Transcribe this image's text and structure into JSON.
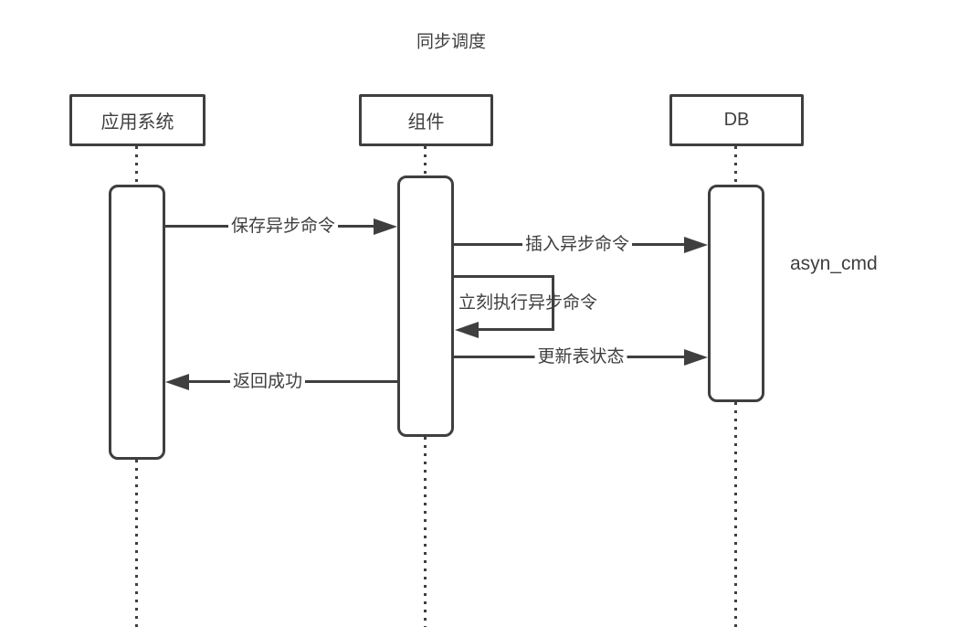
{
  "diagram": {
    "title": "同步调度",
    "participants": [
      {
        "label": "应用系统"
      },
      {
        "label": "组件"
      },
      {
        "label": "DB"
      }
    ],
    "messages": [
      {
        "from": "应用系统",
        "to": "组件",
        "label": "保存异步命令",
        "direction": "right"
      },
      {
        "from": "组件",
        "to": "DB",
        "label": "插入异步命令",
        "direction": "right"
      },
      {
        "from": "组件",
        "to": "组件",
        "label": "立刻执行异步命令",
        "direction": "self"
      },
      {
        "from": "组件",
        "to": "DB",
        "label": "更新表状态",
        "direction": "right"
      },
      {
        "from": "组件",
        "to": "应用系统",
        "label": "返回成功",
        "direction": "left"
      }
    ],
    "annotation": {
      "label": "asyn_cmd"
    },
    "colors": {
      "stroke": "#3f3f3f",
      "background": "#ffffff"
    }
  }
}
